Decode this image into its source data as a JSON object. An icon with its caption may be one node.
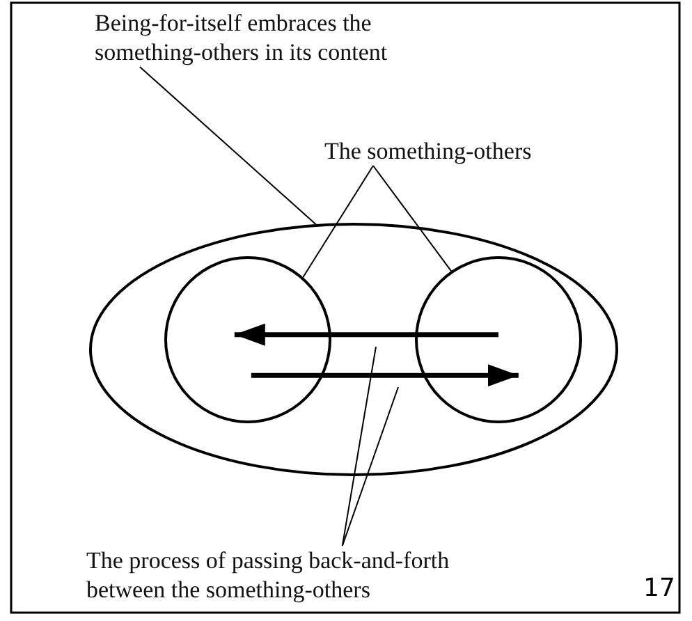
{
  "diagram": {
    "nodes": [
      {
        "text": [
          "Being-for-itself embraces the something-others in its content"
        ]
      },
      {
        "text": [],
        "shape": "ellipse"
      },
      {
        "text": [
          "The something-others"
        ]
      },
      {
        "text": [],
        "shape": "circle",
        "in": 1
      },
      {
        "text": [],
        "shape": "circle",
        "in": 1
      },
      {
        "text": [
          "The process of passing back-and-forth between the something-others"
        ]
      }
    ],
    "edges": [
      {
        "from": 0,
        "to": 1,
        "arrow": "none"
      },
      {
        "from": 2,
        "to": 3,
        "arrow": "none"
      },
      {
        "from": 2,
        "to": 4,
        "arrow": "none"
      },
      {
        "from": 4,
        "to": 3,
        "arrow": "to",
        "style": "thick"
      },
      {
        "from": 3,
        "to": 4,
        "arrow": "to",
        "style": "thick"
      },
      {
        "from": 5,
        "to": null,
        "arrow": "none"
      },
      {
        "from": 5,
        "to": null,
        "arrow": "none"
      }
    ],
    "labels": [
      "17"
    ]
  }
}
